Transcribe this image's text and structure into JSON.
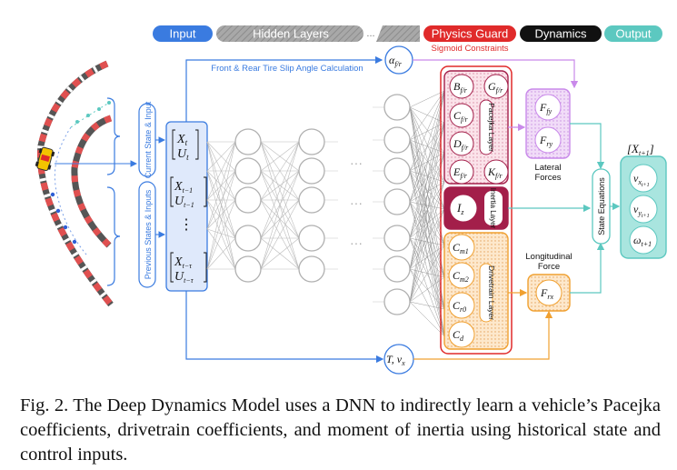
{
  "header": {
    "input": "Input",
    "hidden_layers": "Hidden Layers",
    "dots": "...",
    "physics_guard": "Physics Guard",
    "sigmoid_constraints": "Sigmoid Constraints",
    "dynamics": "Dynamics",
    "output": "Output"
  },
  "colors": {
    "input_blue": "#3a7be0",
    "hidden_gray": "#9a9a9a",
    "physics_red": "#e02a2a",
    "dynamics_black": "#111111",
    "output_teal": "#5cc8c0",
    "lateral_purple": "#c989ea",
    "longitudinal_orange": "#f0a030",
    "drivetrain_orange": "#f7a45a",
    "inertia_maroon": "#a31f4a"
  },
  "input_block": {
    "current_state_label": "Current State & Input",
    "previous_states_label": "Previous States & Inputs",
    "x_t": "X",
    "x_t_sub": "t",
    "u_t": "U",
    "u_t_sub": "t",
    "x_t1": "X",
    "x_t1_sub": "t−1",
    "u_t1": "U",
    "u_t1_sub": "t−1",
    "vdots": "⋮",
    "x_tr": "X",
    "x_tr_sub": "t−τ",
    "u_tr": "U",
    "u_tr_sub": "t−τ"
  },
  "top_path": {
    "label": "Front & Rear Tire Slip Angle Calculation",
    "alpha": "α",
    "alpha_sub": "f/r"
  },
  "bottom_path": {
    "tv": "T, v",
    "tv_sub": "x"
  },
  "hidden_dots": "···",
  "pacejka": {
    "layer_label": "Pacejka Layer",
    "coeffs": [
      {
        "sym": "B",
        "sub": "f/r"
      },
      {
        "sym": "G",
        "sub": "f/r"
      },
      {
        "sym": "C",
        "sub": "f/r"
      },
      {
        "sym": "D",
        "sub": "f/r"
      },
      {
        "sym": "E",
        "sub": "f/r"
      },
      {
        "sym": "K",
        "sub": "f/r"
      }
    ]
  },
  "inertia": {
    "layer_label": "Inertia Layer",
    "sym": "I",
    "sub": "z"
  },
  "drivetrain": {
    "layer_label": "Drivetrain Layer",
    "coeffs": [
      {
        "sym": "C",
        "sub": "m1"
      },
      {
        "sym": "C",
        "sub": "m2"
      },
      {
        "sym": "C",
        "sub": "r0"
      },
      {
        "sym": "C",
        "sub": "d"
      }
    ]
  },
  "lateral": {
    "label_line1": "Lateral",
    "label_line2": "Forces",
    "f1": "F",
    "f1_sub": "fy",
    "f2": "F",
    "f2_sub": "ry"
  },
  "longitudinal": {
    "label_line1": "Longitudinal",
    "label_line2": "Force",
    "f": "F",
    "f_sub": "rx"
  },
  "state_equations": "State Equations",
  "output": {
    "bracket_label": "[X",
    "bracket_sub": "t+1",
    "bracket_close": "]",
    "items": [
      {
        "sym": "v",
        "sub": "x",
        "subsub": "t+1"
      },
      {
        "sym": "v",
        "sub": "y",
        "subsub": "t+1"
      },
      {
        "sym": "ω",
        "sub": "t+1",
        "subsub": ""
      }
    ]
  },
  "caption": {
    "text": "Fig. 2.   The Deep Dynamics Model uses a DNN to indirectly learn a vehicle’s Pacejka coefficients, drivetrain coefficients, and moment of inertia using historical state and control inputs."
  }
}
